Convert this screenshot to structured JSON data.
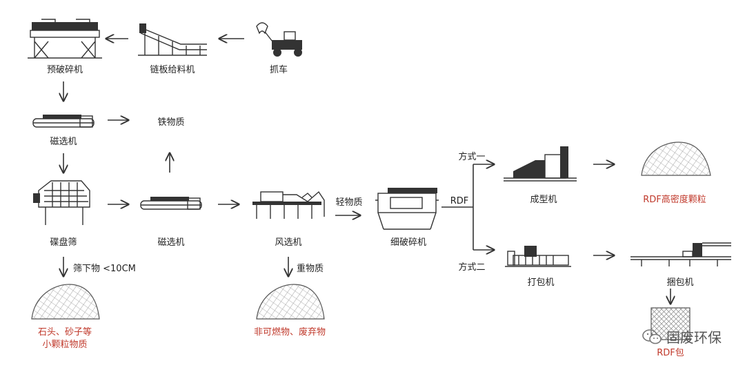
{
  "nodes": {
    "grab_truck": "抓车",
    "chain_feeder": "链板给料机",
    "pre_shredder": "预破碎机",
    "magnet_1": "磁选机",
    "iron": "铁物质",
    "disc_screen": "碟盘筛",
    "magnet_2": "磁选机",
    "air_separator": "风选机",
    "fine_shredder": "细破碎机",
    "pellet_machine": "成型机",
    "baler_1": "打包机",
    "baler_2": "捆包机"
  },
  "edges": {
    "undersize": "筛下物 <10CM",
    "heavy": "重物质",
    "light": "轻物质",
    "rdf": "RDF",
    "method_1": "方式一",
    "method_2": "方式二"
  },
  "outputs": {
    "stones": [
      "石头、砂子等",
      "小颗粒物质"
    ],
    "noncombustible": "非可燃物、废弃物",
    "rdf_pellet": "RDF高密度颗粒",
    "rdf_bale": "RDF包"
  },
  "watermark": "固废环保",
  "colors": {
    "line": "#333333",
    "accent_red": "#c0392b"
  },
  "icons": [
    "wechat-icon"
  ]
}
